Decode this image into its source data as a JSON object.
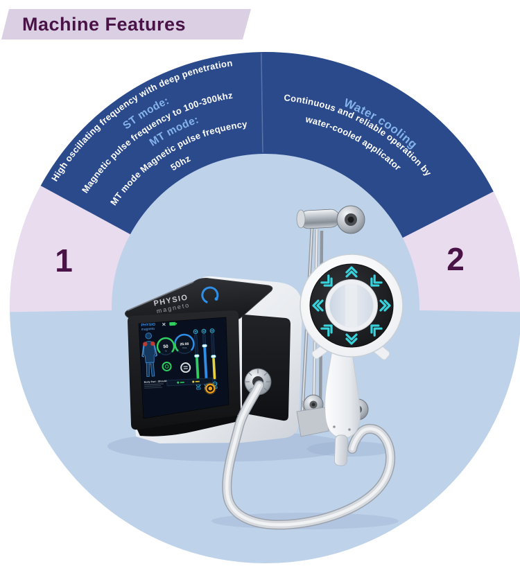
{
  "banner": {
    "title": "Machine Features",
    "bg": "#dbcfe4",
    "text_color": "#4a1347"
  },
  "wheel": {
    "colors": {
      "navy": "#2b4a8b",
      "light_blue": "#bed2ea",
      "pink": "#e9dcee",
      "accent_text": "#85b4ea",
      "white_text": "#ffffff",
      "number_text": "#4a1347",
      "divider": "#7c8fc0"
    },
    "segment_1": {
      "number": "1",
      "headline": "High oscillating frequency with deep penetration",
      "st_mode_label": "ST mode:",
      "st_mode_text": "Magnetic pulse frequency to 100-300khz",
      "mt_mode_label": "MT mode:",
      "mt_mode_text": "MT mode Magnetic pulse frequency",
      "mt_mode_text_2": "50hz"
    },
    "segment_2": {
      "number": "2",
      "headline": "Water cooling",
      "text_line_1": "Continuous and reliable operation by",
      "text_line_2": "water-cooled applicator"
    }
  },
  "device": {
    "brand": "PHYSIO",
    "brand_sub": "magneto",
    "colors": {
      "green": "#2fd060",
      "blue": "#2f8fe8",
      "yellow": "#e8d23a",
      "orange": "#f0a21a",
      "cyan": "#38d2dc",
      "red": "#cc3b2a"
    },
    "screen": {
      "brand": "PHYSIO",
      "brand_sub": "magneto",
      "gauge_intensity_value": "50",
      "gauge_intensity_unit": "%",
      "gauge_time_value": "25:00",
      "gauge_time_label": "Time",
      "caption": "Body Part : Shoulder"
    }
  }
}
